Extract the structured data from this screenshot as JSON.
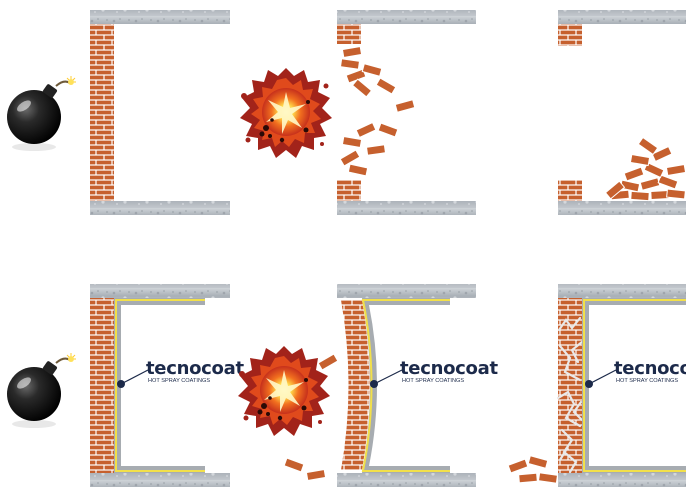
{
  "brand": {
    "name": "tecnocoat",
    "tagline": "HOT SPRAY COATINGS"
  },
  "rows": [
    {
      "id": "unprotected",
      "stages": [
        "intact-wall",
        "explosion-wall-breaking",
        "wall-collapsed"
      ]
    },
    {
      "id": "coated",
      "stages": [
        "coated-wall",
        "explosion-wall-bulging",
        "wall-cracked-held"
      ]
    }
  ],
  "colors": {
    "brick": "#c6602e",
    "mortar": "#ffffff",
    "concrete": "#b6bdc4",
    "coating_line": "#f2e04a",
    "coating_gray": "#a7acb1",
    "brand_navy": "#1c2a4a",
    "bomb": "#111111",
    "explosion_red": "#b8281c",
    "explosion_orange": "#f2701f",
    "explosion_yellow": "#ffd84a"
  },
  "icons": [
    "bomb-icon",
    "explosion-icon",
    "brick-icon",
    "concrete-slab-icon"
  ]
}
